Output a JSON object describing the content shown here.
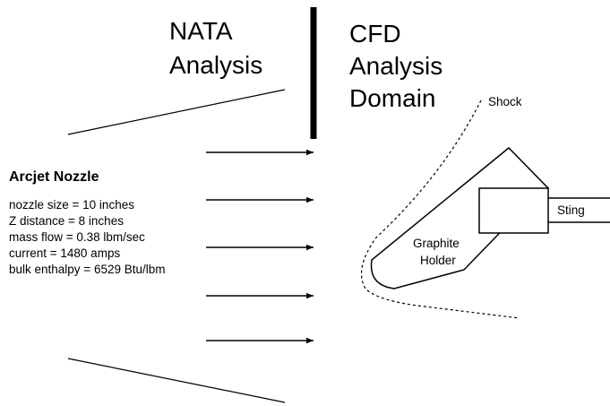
{
  "left_region": {
    "line1": "NATA",
    "line2": "Analysis"
  },
  "right_region": {
    "line1": "CFD",
    "line2": "Analysis",
    "line3": "Domain"
  },
  "shock_label": "Shock",
  "nozzle": {
    "title": "Arcjet Nozzle",
    "params": [
      "nozzle size = 10 inches",
      "Z distance  =  8 inches",
      "mass flow  = 0.38 lbm/sec",
      "current     = 1480 amps",
      "bulk enthalpy = 6529 Btu/lbm"
    ]
  },
  "holder_label": {
    "line1": "Graphite",
    "line2": "Holder"
  },
  "sting_label": "Sting"
}
